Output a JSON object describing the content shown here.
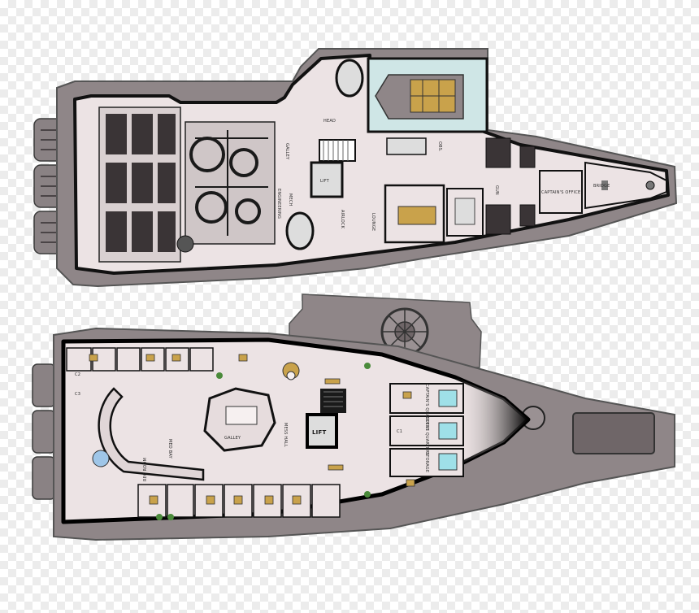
{
  "upper_deck": {
    "labels": {
      "lift": "LIFT",
      "bridge": "BRIDGE",
      "captains_office": "CAPTAIN'S OFFICE",
      "engineering": "ENGINEERING",
      "galley_small": "GALLEY",
      "observation": "OBS.",
      "lounge": "LOUNGE",
      "airlock": "AIRLOCK",
      "gun": "GUN",
      "head": "HEAD",
      "mech": "MECH"
    }
  },
  "lower_deck": {
    "labels": {
      "lift": "LIFT",
      "galley": "GALLEY",
      "mess_hall": "MESS HALL",
      "med_bay": "MED BAY",
      "rec_room": "REC ROOM",
      "guest_quarters": "GUEST QUARTERS",
      "captains_quarters": "CAPTAIN'S QUARTERS",
      "crew_1": "C1",
      "crew_2": "C2",
      "crew_3": "C3",
      "storage": "STORAGE"
    }
  },
  "colors": {
    "hull": "#8f8688",
    "hull_dark": "#6f6668",
    "floor": "#ece3e4",
    "wall": "#111111",
    "furniture_gold": "#c9a24b",
    "hangar_glass": "#cfe6e6",
    "console_cyan": "#9fe0e8",
    "plant_green": "#4a8a3a"
  }
}
